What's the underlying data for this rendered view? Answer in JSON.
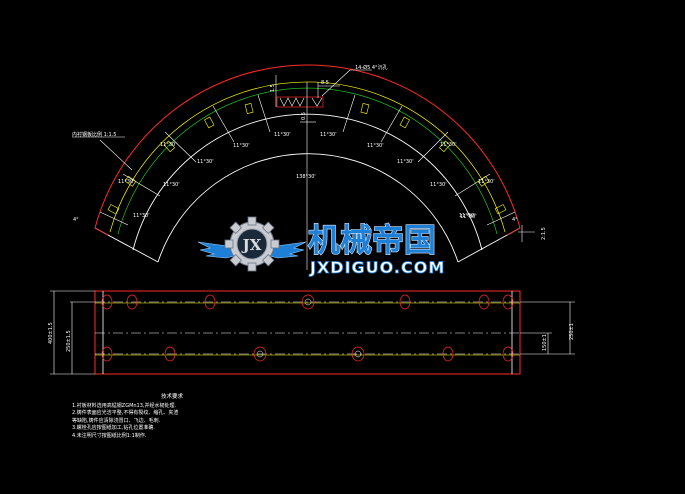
{
  "drawing": {
    "annotations": {
      "top_left_note": "内衬钢板比例 1:1.5",
      "top_right_note": "14-Ø5 4°沉孔",
      "top_dim": "8.5",
      "top_height": "1.5",
      "top_center_dim": "0.5",
      "right_dim": "2:1.5"
    },
    "angle_labels": [
      "4°",
      "11°30'",
      "11°30'",
      "11°30'",
      "11°30'",
      "11°30'",
      "11°30'",
      "11°30'",
      "11°30'",
      "11°30'",
      "4°"
    ],
    "inner_labels": [
      "11°30'",
      "11°30'",
      "11°30'",
      "11°30'",
      "11°30'",
      "11°30'"
    ],
    "center_label": "138°30'",
    "plate": {
      "left_dim_outer": "400±1.5",
      "left_dim_inner": "250±1.5",
      "right_dim_inner": "150±1",
      "right_dim_outer": "250±1"
    },
    "notes": {
      "title": "技术要求",
      "lines": [
        "1.衬板材料选用高锰钢ZGMn13,并经水韧处理.",
        "2.铸件表面应光洁平整,不得有裂纹、缩孔、夹渣",
        "等缺陷,铸件应清除浇冒口、飞边、毛刺.",
        "3.螺栓孔应按图纸加工,钻孔位置准确.",
        "4.未注明尺寸按图纸比例1:1制作."
      ]
    }
  },
  "watermark": {
    "brand_cn": "机械帝国",
    "brand_en": "JXDIGUO.COM",
    "badge": "JX"
  },
  "colors": {
    "background": "#000000",
    "outline_red": "#ff2a2a",
    "line_yellow": "#ffff00",
    "line_green": "#22dd22",
    "text_white": "#ffffff",
    "logo_blue": "#1e7fd6"
  }
}
